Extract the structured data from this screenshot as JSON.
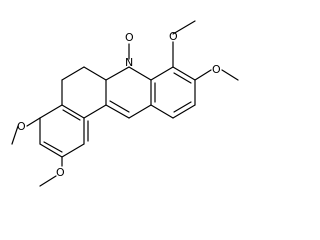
{
  "figure": {
    "atom_labels": {
      "n_plus": "N",
      "oxide_o": "O",
      "ome_tr_top": "O",
      "ome_tr_right": "O",
      "ome_bl_left": "O",
      "ome_bl_bottom": "O"
    }
  }
}
